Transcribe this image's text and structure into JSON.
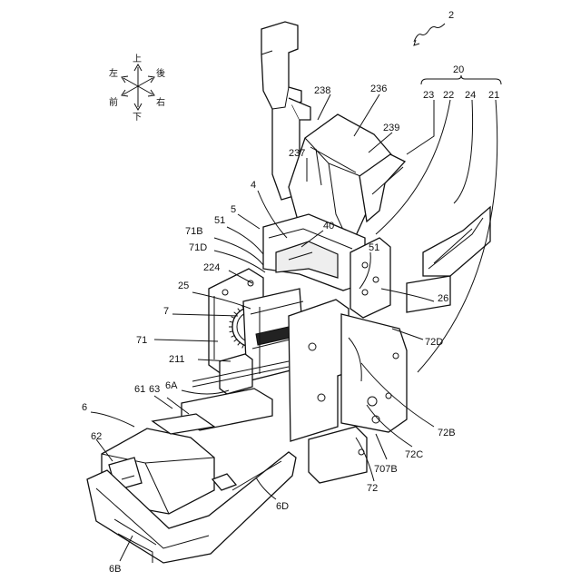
{
  "figure": {
    "number_label": "2",
    "compass": {
      "up": "上",
      "down": "下",
      "left": "左",
      "right": "右",
      "front": "前",
      "back": "後"
    },
    "labels": [
      {
        "id": "20",
        "text": "20"
      },
      {
        "id": "23",
        "text": "23"
      },
      {
        "id": "22",
        "text": "22"
      },
      {
        "id": "24",
        "text": "24"
      },
      {
        "id": "21",
        "text": "21"
      },
      {
        "id": "236",
        "text": "236"
      },
      {
        "id": "238",
        "text": "238"
      },
      {
        "id": "239",
        "text": "239"
      },
      {
        "id": "237",
        "text": "237"
      },
      {
        "id": "4",
        "text": "4"
      },
      {
        "id": "5",
        "text": "5"
      },
      {
        "id": "40",
        "text": "40"
      },
      {
        "id": "71B",
        "text": "71B"
      },
      {
        "id": "51a",
        "text": "51"
      },
      {
        "id": "71D",
        "text": "71D"
      },
      {
        "id": "51b",
        "text": "51"
      },
      {
        "id": "224",
        "text": "224"
      },
      {
        "id": "25",
        "text": "25"
      },
      {
        "id": "26",
        "text": "26"
      },
      {
        "id": "7",
        "text": "7"
      },
      {
        "id": "72D",
        "text": "72D"
      },
      {
        "id": "71",
        "text": "71"
      },
      {
        "id": "211",
        "text": "211"
      },
      {
        "id": "6A",
        "text": "6A"
      },
      {
        "id": "61",
        "text": "61"
      },
      {
        "id": "63",
        "text": "63"
      },
      {
        "id": "6",
        "text": "6"
      },
      {
        "id": "62",
        "text": "62"
      },
      {
        "id": "72B",
        "text": "72B"
      },
      {
        "id": "72C",
        "text": "72C"
      },
      {
        "id": "707B",
        "text": "707B"
      },
      {
        "id": "72",
        "text": "72"
      },
      {
        "id": "6D",
        "text": "6D"
      },
      {
        "id": "6B",
        "text": "6B"
      }
    ]
  }
}
